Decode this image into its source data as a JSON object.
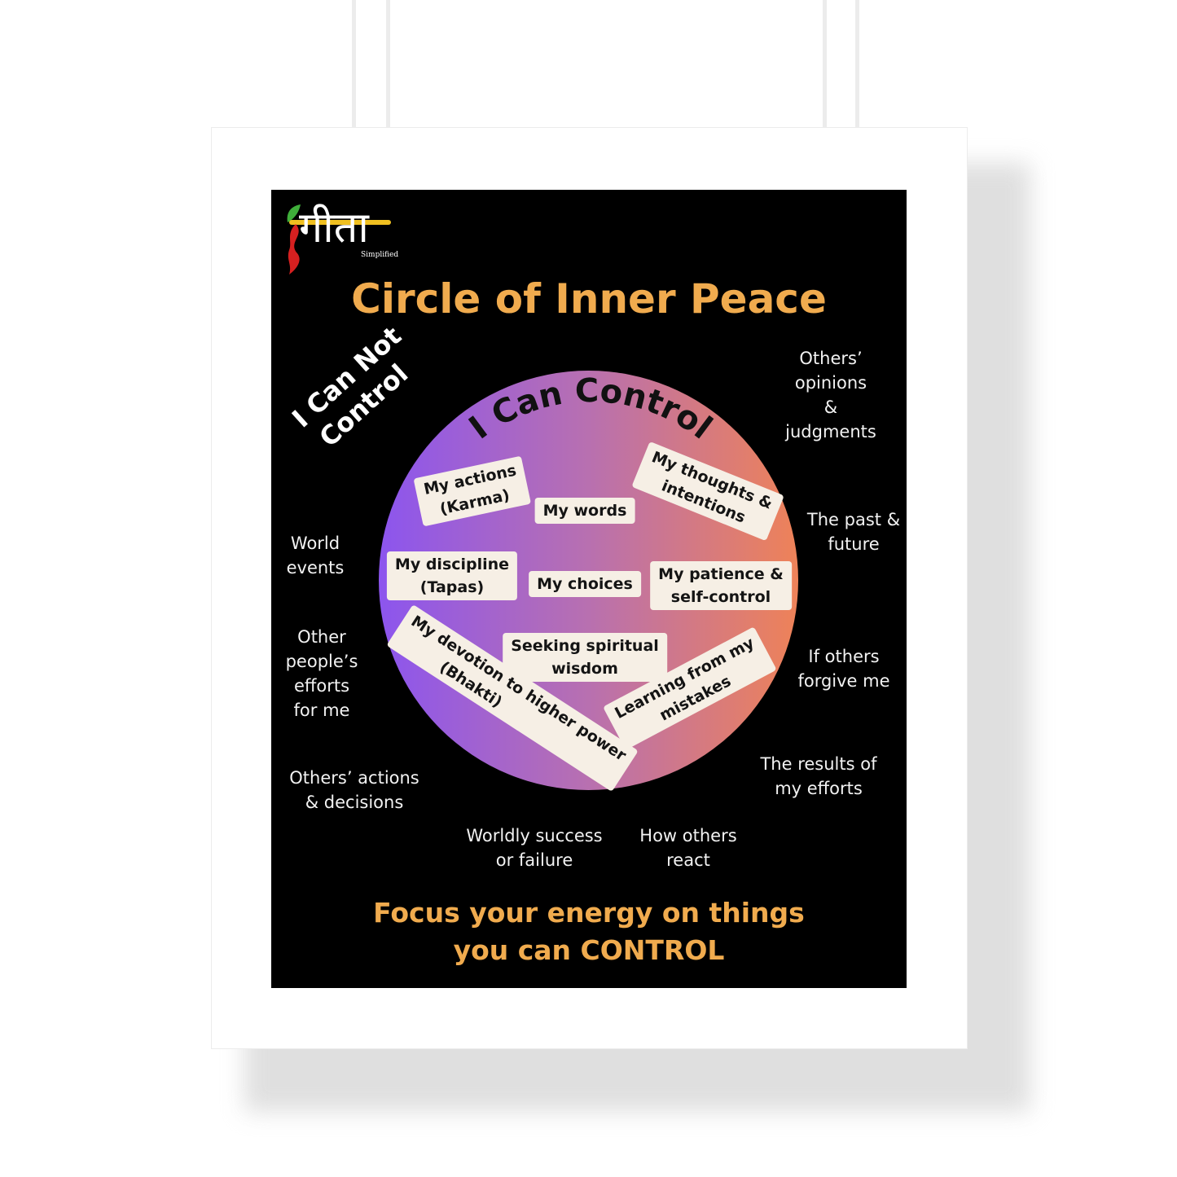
{
  "logo": {
    "wordmark": "गीता",
    "subtitle": "Simplified"
  },
  "title": "Circle of Inner Peace",
  "outer_heading": {
    "line1": "I Can Not",
    "line2": "Control"
  },
  "inner_heading": "I Can Control",
  "can_control": [
    {
      "line1": "My actions",
      "line2": "(Karma)"
    },
    {
      "line1": "My words"
    },
    {
      "line1": "My thoughts &",
      "line2": "intentions"
    },
    {
      "line1": "My discipline",
      "line2": "(Tapas)"
    },
    {
      "line1": "My choices"
    },
    {
      "line1": "My patience &",
      "line2": "self-control"
    },
    {
      "line1": "Seeking spiritual",
      "line2": "wisdom"
    },
    {
      "line1": "My devotion to higher power",
      "line2": "(Bhakti)"
    },
    {
      "line1": "Learning from my",
      "line2": "mistakes"
    }
  ],
  "cannot_control": [
    {
      "lines": [
        "Others’",
        "opinions",
        "&",
        "judgments"
      ]
    },
    {
      "lines": [
        "The past &",
        "future"
      ]
    },
    {
      "lines": [
        "World",
        "events"
      ]
    },
    {
      "lines": [
        "Other",
        "people’s",
        "efforts",
        "for me"
      ]
    },
    {
      "lines": [
        "If others",
        "forgive me"
      ]
    },
    {
      "lines": [
        "The results of",
        "my efforts"
      ]
    },
    {
      "lines": [
        "Others’ actions",
        "& decisions"
      ]
    },
    {
      "lines": [
        "Worldly success",
        "or failure"
      ]
    },
    {
      "lines": [
        "How others",
        "react"
      ]
    }
  ],
  "footer": {
    "line1": "Focus your energy on things",
    "line2": "you can CONTROL"
  },
  "colors": {
    "accent": "#f0ab4e",
    "poster_background": "#000000",
    "gradient_start": "#8c55ee",
    "gradient_end": "#ee8258",
    "card_background": "#f6efe5"
  }
}
